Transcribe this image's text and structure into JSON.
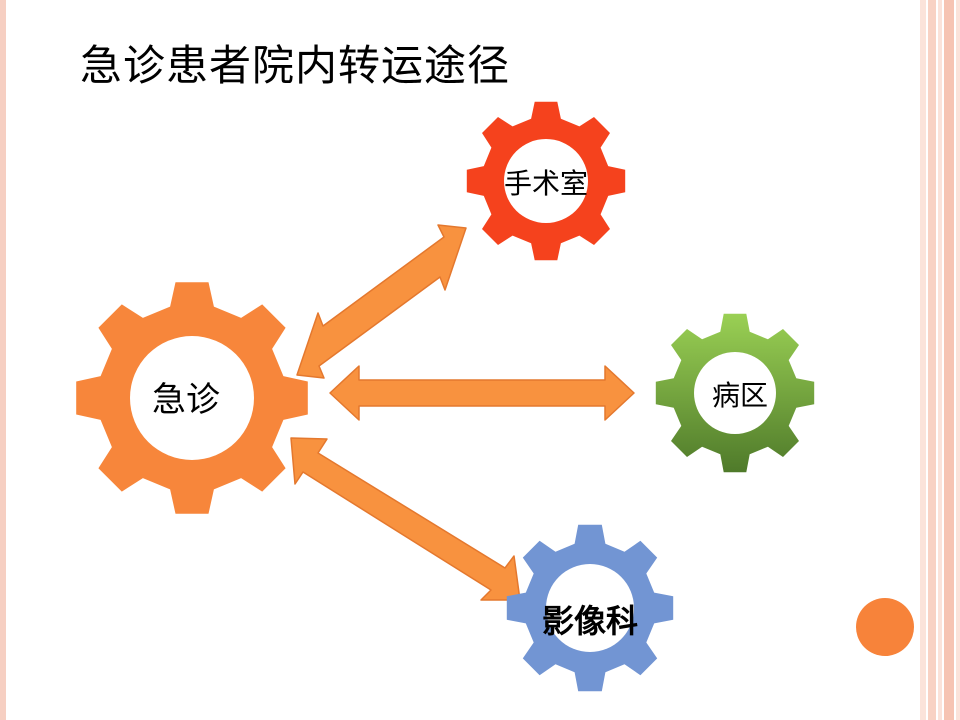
{
  "title": "急诊患者院内转运途径",
  "colors": {
    "arrow": "#f8923f",
    "arrow_stroke": "#e4782e",
    "gear_er": "#f7863b",
    "gear_or": "#f5421d",
    "gear_ward_top": "#9ad054",
    "gear_ward_bottom": "#4f7a2a",
    "gear_img": "#7295d3",
    "accent_dot": "#f7833a",
    "border": "#f6cfc2"
  },
  "nodes": {
    "er": {
      "label": "急诊",
      "icon": "gear-icon"
    },
    "or": {
      "label": "手术室",
      "icon": "gear-icon"
    },
    "ward": {
      "label": "病区",
      "icon": "gear-icon"
    },
    "imaging": {
      "label": "影像科",
      "icon": "gear-icon"
    }
  }
}
